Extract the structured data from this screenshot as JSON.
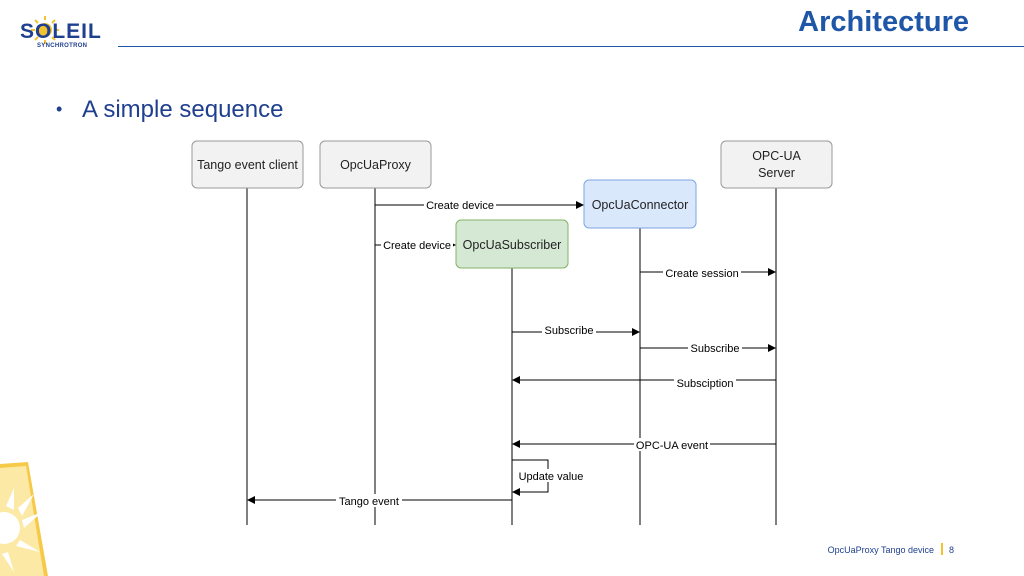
{
  "logo": {
    "text": "SOLEIL",
    "subtext": "SYNCHROTRON"
  },
  "header": {
    "title": "Architecture"
  },
  "bullet": {
    "text": "A simple sequence"
  },
  "diagram": {
    "participants": {
      "tango_client": "Tango event client",
      "proxy": "OpcUaProxy",
      "connector": "OpcUaConnector",
      "subscriber": "OpcUaSubscriber",
      "server_line1": "OPC-UA",
      "server_line2": "Server"
    },
    "messages": {
      "create_device_1": "Create device",
      "create_device_2": "Create device",
      "create_session": "Create session",
      "subscribe_1": "Subscribe",
      "subscribe_2": "Subscribe",
      "subscription": "Subsciption",
      "opcua_event": "OPC-UA event",
      "update_value": "Update value",
      "tango_event": "Tango event"
    }
  },
  "footer": {
    "text": "OpcUaProxy Tango device",
    "page": "8"
  },
  "colors": {
    "brand_blue": "#1f56a8",
    "gray_box": "#f2f2f2",
    "blue_box": "#dae8fc",
    "green_box": "#d5e8d4",
    "accent_yellow": "#f2c230"
  }
}
